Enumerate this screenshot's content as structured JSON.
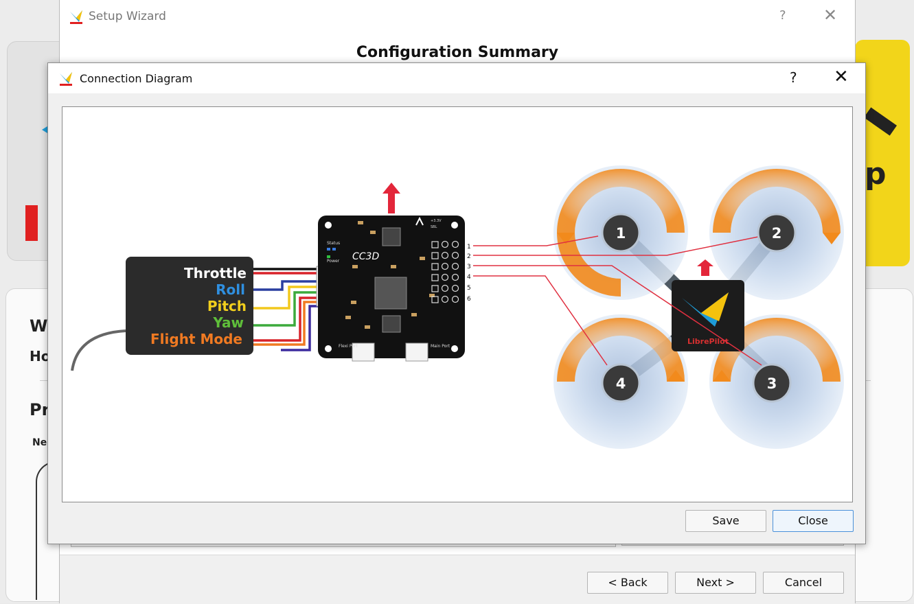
{
  "wizard": {
    "title": "Setup Wizard",
    "heading": "Configuration Summary",
    "help_glyph": "?",
    "close_glyph": "✕",
    "buttons": {
      "back": "< Back",
      "next": "Next >",
      "cancel": "Cancel"
    },
    "background_fragments": {
      "w": "W",
      "ho": "Ho",
      "pr": "Pr",
      "ne": "Ne"
    }
  },
  "dialog": {
    "title": "Connection Diagram",
    "help_glyph": "?",
    "close_glyph": "✕",
    "buttons": {
      "save": "Save",
      "close": "Close"
    }
  },
  "diagram": {
    "receiver_channels": [
      {
        "label": "Throttle",
        "color": "#ffffff"
      },
      {
        "label": "Roll",
        "color": "#2f8fe0"
      },
      {
        "label": "Pitch",
        "color": "#f2cf1d"
      },
      {
        "label": "Yaw",
        "color": "#5fbf3a"
      },
      {
        "label": "Flight Mode",
        "color": "#f07a22"
      }
    ],
    "board_name": "CC3D",
    "board_labels": {
      "status": "Status",
      "power": "Power",
      "flexi_port": "Flexi Port",
      "main_port": "Main Port",
      "sbl": "SBL",
      "v33": "+3.3V"
    },
    "output_pins": [
      "1",
      "2",
      "3",
      "4",
      "5",
      "6"
    ],
    "motors": [
      "1",
      "2",
      "3",
      "4"
    ],
    "center_logo_text": "LibrePilot",
    "colors": {
      "wire_red": "#e03040",
      "arrow_red": "#e3263a",
      "orange": "#f28a1c",
      "prop_blue": "#c9daef",
      "motor_dark": "#3a3a3a"
    }
  }
}
